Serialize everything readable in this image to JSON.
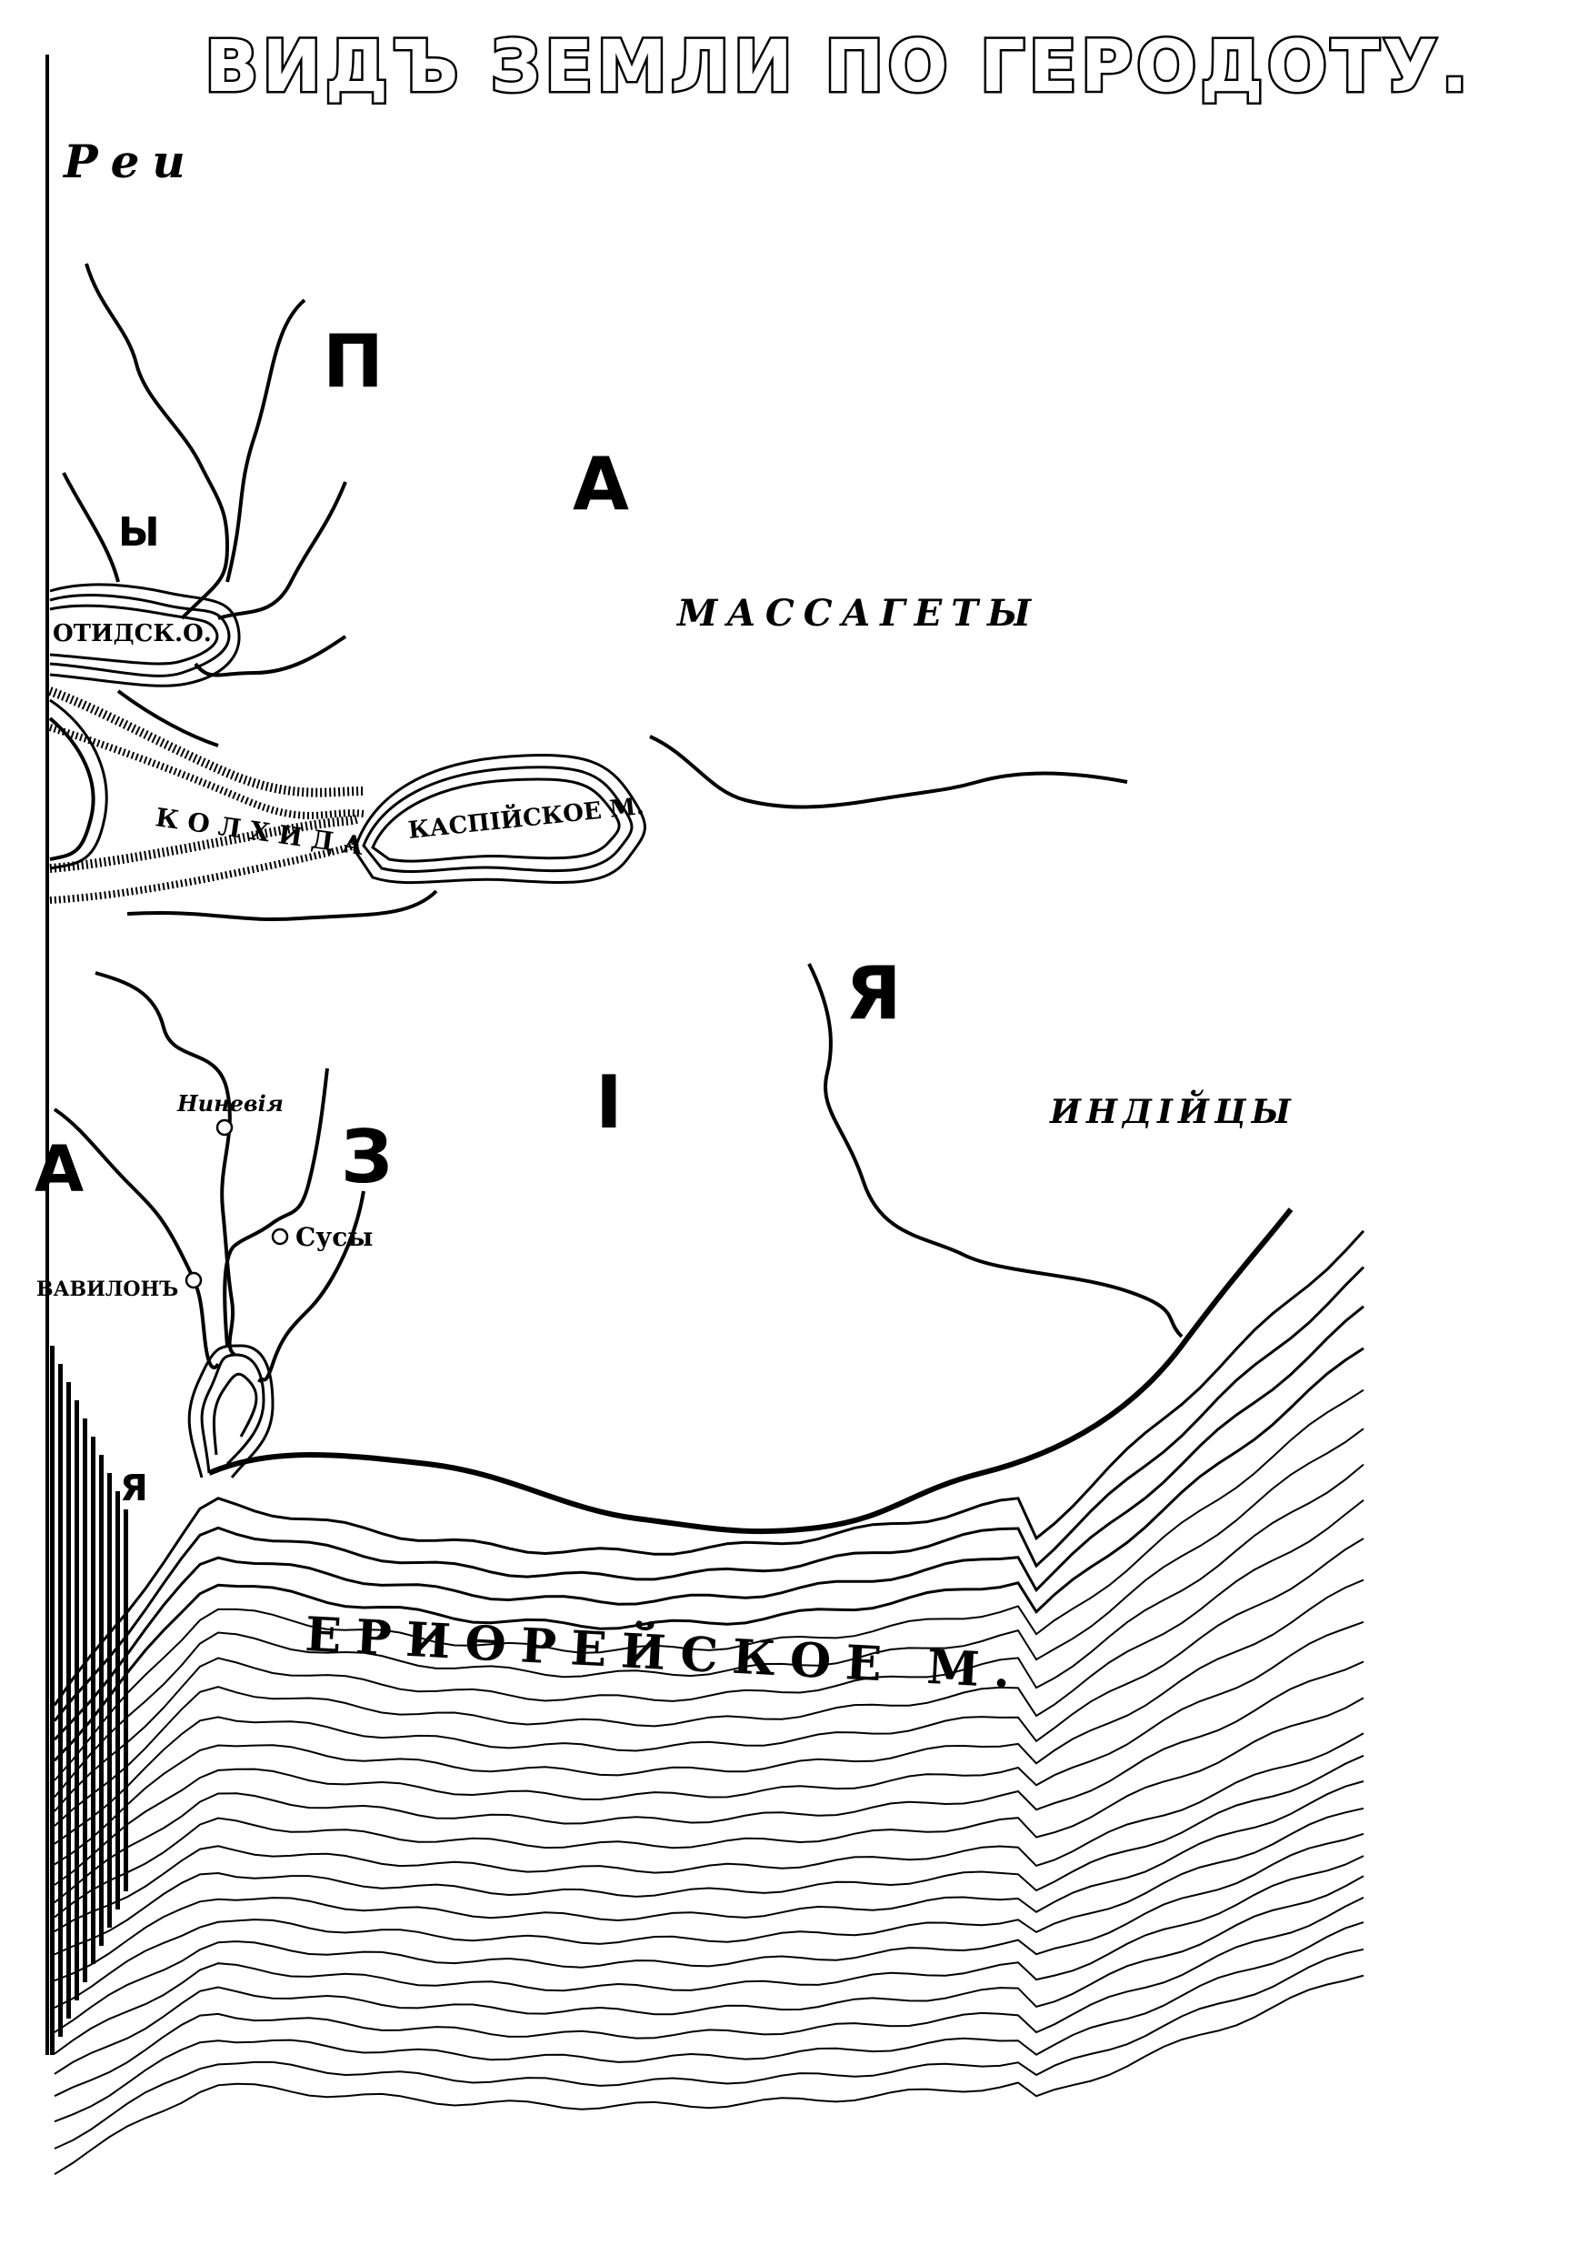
{
  "map": {
    "title": "ВИДЪ ЗЕМЛИ ПО ГЕРОДОТУ.",
    "labels": {
      "rei": "Реи",
      "p": "П",
      "a_top": "А",
      "y": "Ы",
      "massagety": "МАССАГЕТЫ",
      "meotidskoe": "ОТИДСК.О.",
      "kolkhida": "КОЛХИДА",
      "kaspiyskoe": "КАСПІЙСКОЕ М.",
      "ya_top": "Я",
      "i": "І",
      "indiytsy": "ИНДІЙЦЫ",
      "nineviya": "Ниневія",
      "z": "З",
      "susy": "Сусы",
      "vavilon": "ВАВИЛОНЪ",
      "a_left": "А",
      "ya_left": "Я",
      "eritreyskoe": "ЕРИѲРЕЙСКОЕ М."
    }
  }
}
